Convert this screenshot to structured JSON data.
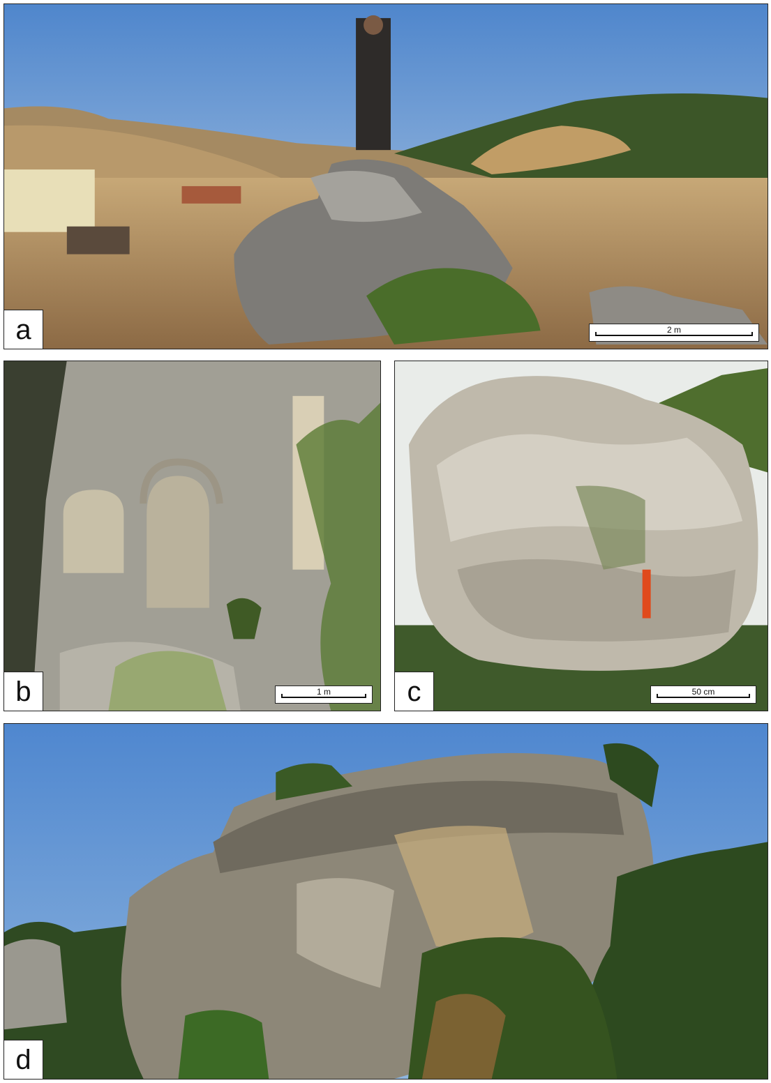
{
  "panels": {
    "a": {
      "label": "a",
      "scale": "2 m"
    },
    "b": {
      "label": "b",
      "scale": "1 m"
    },
    "c": {
      "label": "c",
      "scale": "50 cm"
    },
    "d": {
      "label": "d"
    }
  },
  "colors": {
    "sky": "#6f9fd6",
    "grass": "#b89466",
    "rock": "#8a8780",
    "foliage": "#3e5a2a"
  }
}
